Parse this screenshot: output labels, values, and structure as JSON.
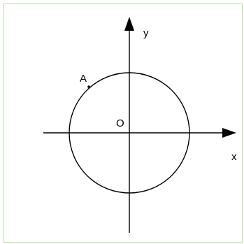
{
  "labels": {
    "y_axis": "y",
    "x_axis": "x",
    "origin": "O",
    "point": "A"
  },
  "colors": {
    "border": "#b8dca0",
    "background": "#ffffff",
    "stroke": "#000000"
  }
}
